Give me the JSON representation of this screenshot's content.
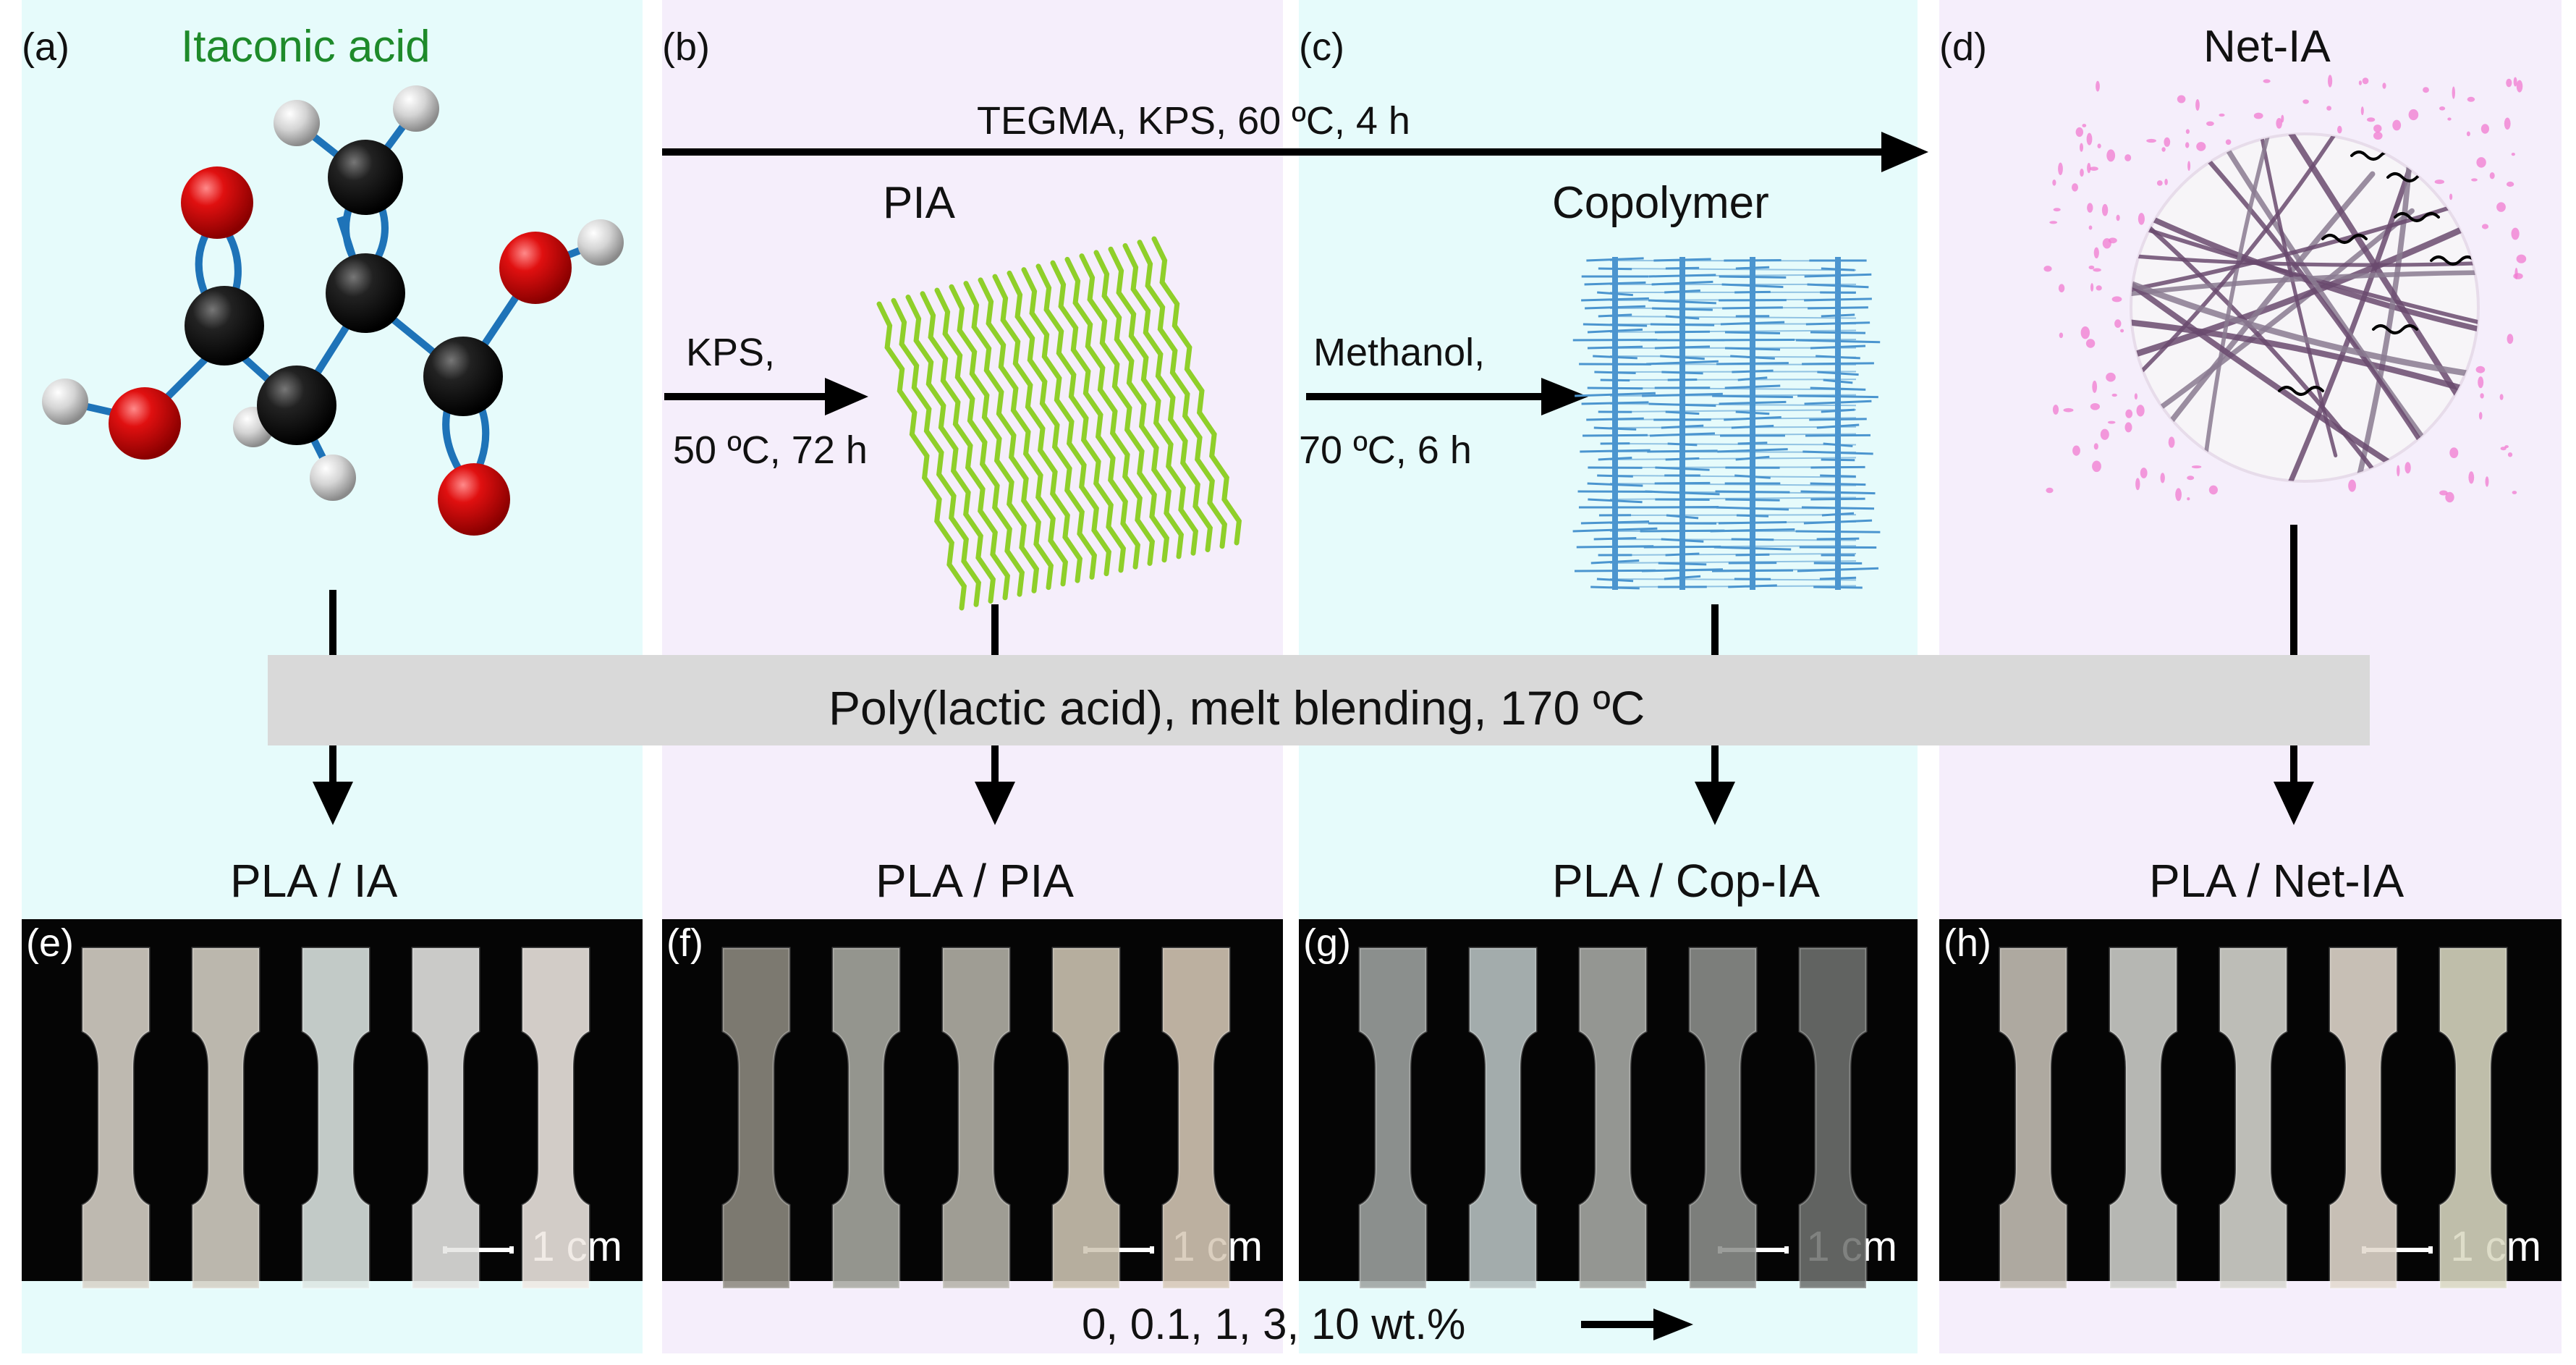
{
  "panels": {
    "a": {
      "label": "(a)",
      "title": "Itaconic acid",
      "title_color": "#1e8a2a",
      "bg": "#e6fbfb"
    },
    "b": {
      "label": "(b)",
      "title": "PIA",
      "bg": "#f5eefb"
    },
    "c": {
      "label": "(c)",
      "title": "Copolymer",
      "bg": "#e6fbfb"
    },
    "d": {
      "label": "(d)",
      "title": "Net-IA",
      "bg": "#f5eefb"
    }
  },
  "reactions": {
    "top": "TEGMA, KPS,  60 ºC, 4 h",
    "b_line1": "KPS,",
    "b_line2": "50 ºC, 72 h",
    "c_line1": "Methanol,",
    "c_line2": "70 ºC, 6 h"
  },
  "blend_bar": "Poly(lactic acid), melt blending, 170 ºC",
  "products": [
    "PLA / IA",
    "PLA / PIA",
    "PLA / Cop-IA",
    "PLA / Net-IA"
  ],
  "photos": [
    {
      "label": "(e)",
      "scale": "1 cm"
    },
    {
      "label": "(f)",
      "scale": "1 cm"
    },
    {
      "label": "(g)",
      "scale": "1 cm"
    },
    {
      "label": "(h)",
      "scale": "1 cm"
    }
  ],
  "concentrations": "0, 0.1, 1, 3, 10 wt.%",
  "colors": {
    "carbon": "#111111",
    "oxygen": "#d01010",
    "hydrogen": "#cfcfcf",
    "bond": "#1e73b8",
    "pia_strands": "#8fcf2a",
    "copolymer": "#4b95cf",
    "network_dots": "#f07ad0",
    "network_fibers": "#5a3a5e",
    "blend_bar": "#d9d9d9"
  }
}
